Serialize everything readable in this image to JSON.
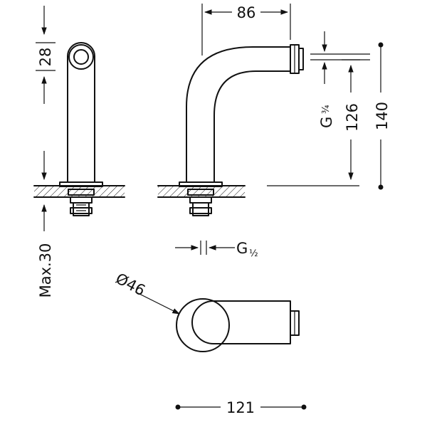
{
  "dimensions": {
    "top_width": "86",
    "front_height": "28",
    "outlet_thread": "G",
    "outlet_thread_frac": "¾",
    "height_mid": "126",
    "height_total": "140",
    "inlet_thread": "G",
    "inlet_thread_frac": "½",
    "max_mount": "Max.30",
    "diameter": "Ø46",
    "length": "121"
  }
}
